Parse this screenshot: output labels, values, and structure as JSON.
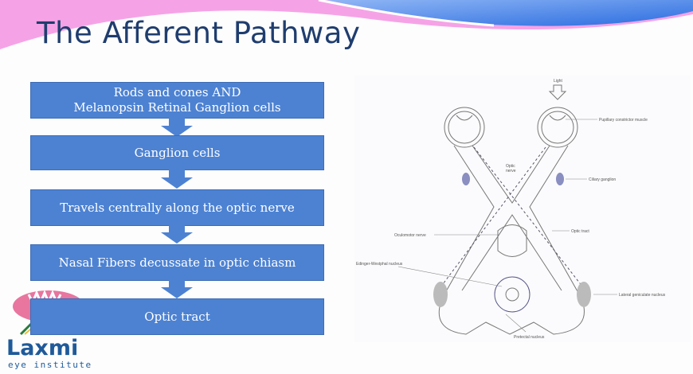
{
  "slide": {
    "title": "The Afferent Pathway",
    "colors": {
      "flow_box": "#4d82d2",
      "title": "#1f3d6e",
      "pink_wave": "#f5a3e6",
      "blue_wave": "#3a7be8"
    }
  },
  "flow": {
    "steps": [
      {
        "line1": "Rods and cones AND",
        "line2": "Melanopsin Retinal Ganglion cells"
      },
      {
        "line1": "Ganglion cells"
      },
      {
        "line1": "Travels centrally along the optic nerve"
      },
      {
        "line1": "Nasal Fibers decussate in optic chiasm"
      },
      {
        "line1": "Optic tract"
      }
    ]
  },
  "diagram": {
    "labels": {
      "light": "Light",
      "pupillary": "Pupillary constrictor muscle",
      "optic_nerve_1": "Optic",
      "optic_nerve_2": "nerve",
      "ciliary": "Ciliary ganglion",
      "optic_tract": "Optic tract",
      "oculomotor": "Oculomotor nerve",
      "edinger": "Edinger-Westphal nucleus",
      "lgn": "Lateral geniculate nucleus",
      "pretectal": "Pretectal nucleus"
    }
  },
  "logo": {
    "name": "Laxmi",
    "subtitle": "eye institute"
  }
}
